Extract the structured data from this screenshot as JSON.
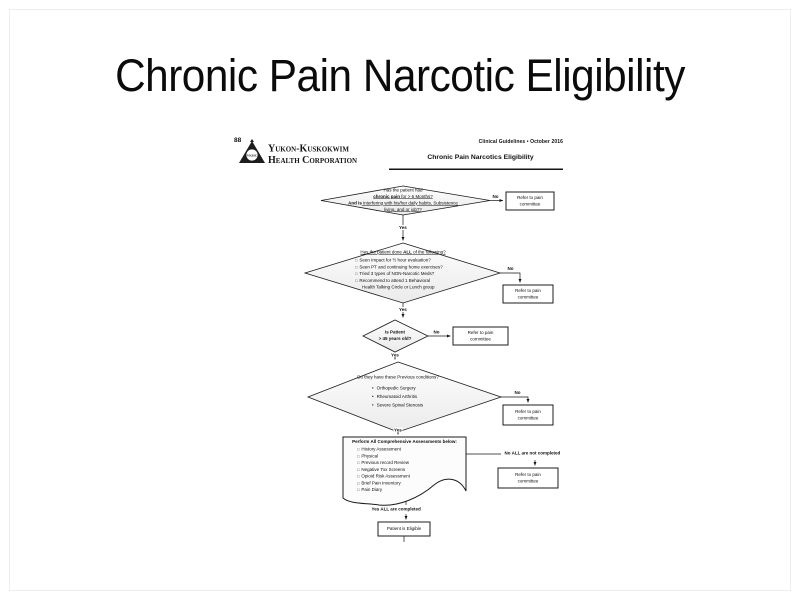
{
  "slide": {
    "title": "Chronic Pain Narcotic Eligibility"
  },
  "header": {
    "page_number": "88",
    "org_line1": "Yukon-Kuskokwim",
    "org_line2": "Health Corporation",
    "logo_text": "YKHC",
    "guidelines_line": "Clinical Guidelines  •  October 2016",
    "doc_title": "Chronic Pain Narcotics Eligibility"
  },
  "icons": {
    "checkbox": "□",
    "bullet": "•"
  },
  "labels": {
    "yes": "Yes",
    "no": "No",
    "no_all": "No ALL are not completed",
    "yes_all": "Yes ALL are completed"
  },
  "refer": {
    "line1": "Refer to pain",
    "line2": "committee"
  },
  "flow": {
    "d1": {
      "line1": "Has the patient had",
      "line2_bold": "chronic pain",
      "line2_rest": " for > 6 Months?",
      "line3_bold": "And is",
      "line3_under": " interfering with his/her daily habits, Subsistence",
      "line4_under": "living, and or job??"
    },
    "d2": {
      "heading_pre": "Has the patient done ",
      "heading_bold": "ALL",
      "heading_post": " of the following?",
      "items": [
        "Seen Impact for ½ hour evaluation?",
        "Seen PT and continuing home exercises?",
        "Tried 3 types of NON-Narcotic Meds?",
        "Recommend to attend 1 Behavioral"
      ],
      "item4_cont": "Health Talking Circle or Lunch group"
    },
    "d3": {
      "line1": "Is Patient",
      "line2": "> 45 years old?"
    },
    "d4": {
      "heading": "Do they have these Previous conditions?",
      "items": [
        "Orthopedic Surgery",
        "Rheumatoid Arthritis",
        "Severe Spinal Stenosis"
      ]
    },
    "assess": {
      "heading": "Perform All Comprehensive Assessments below:",
      "items": [
        "History Assessment",
        "Physical",
        "Previous record Review",
        "Negative Tox Screens",
        "Opioid Risk Assessment",
        "Brief Pain Inventory",
        "Pain Diary"
      ]
    },
    "eligible": "Patient is Eligible"
  }
}
